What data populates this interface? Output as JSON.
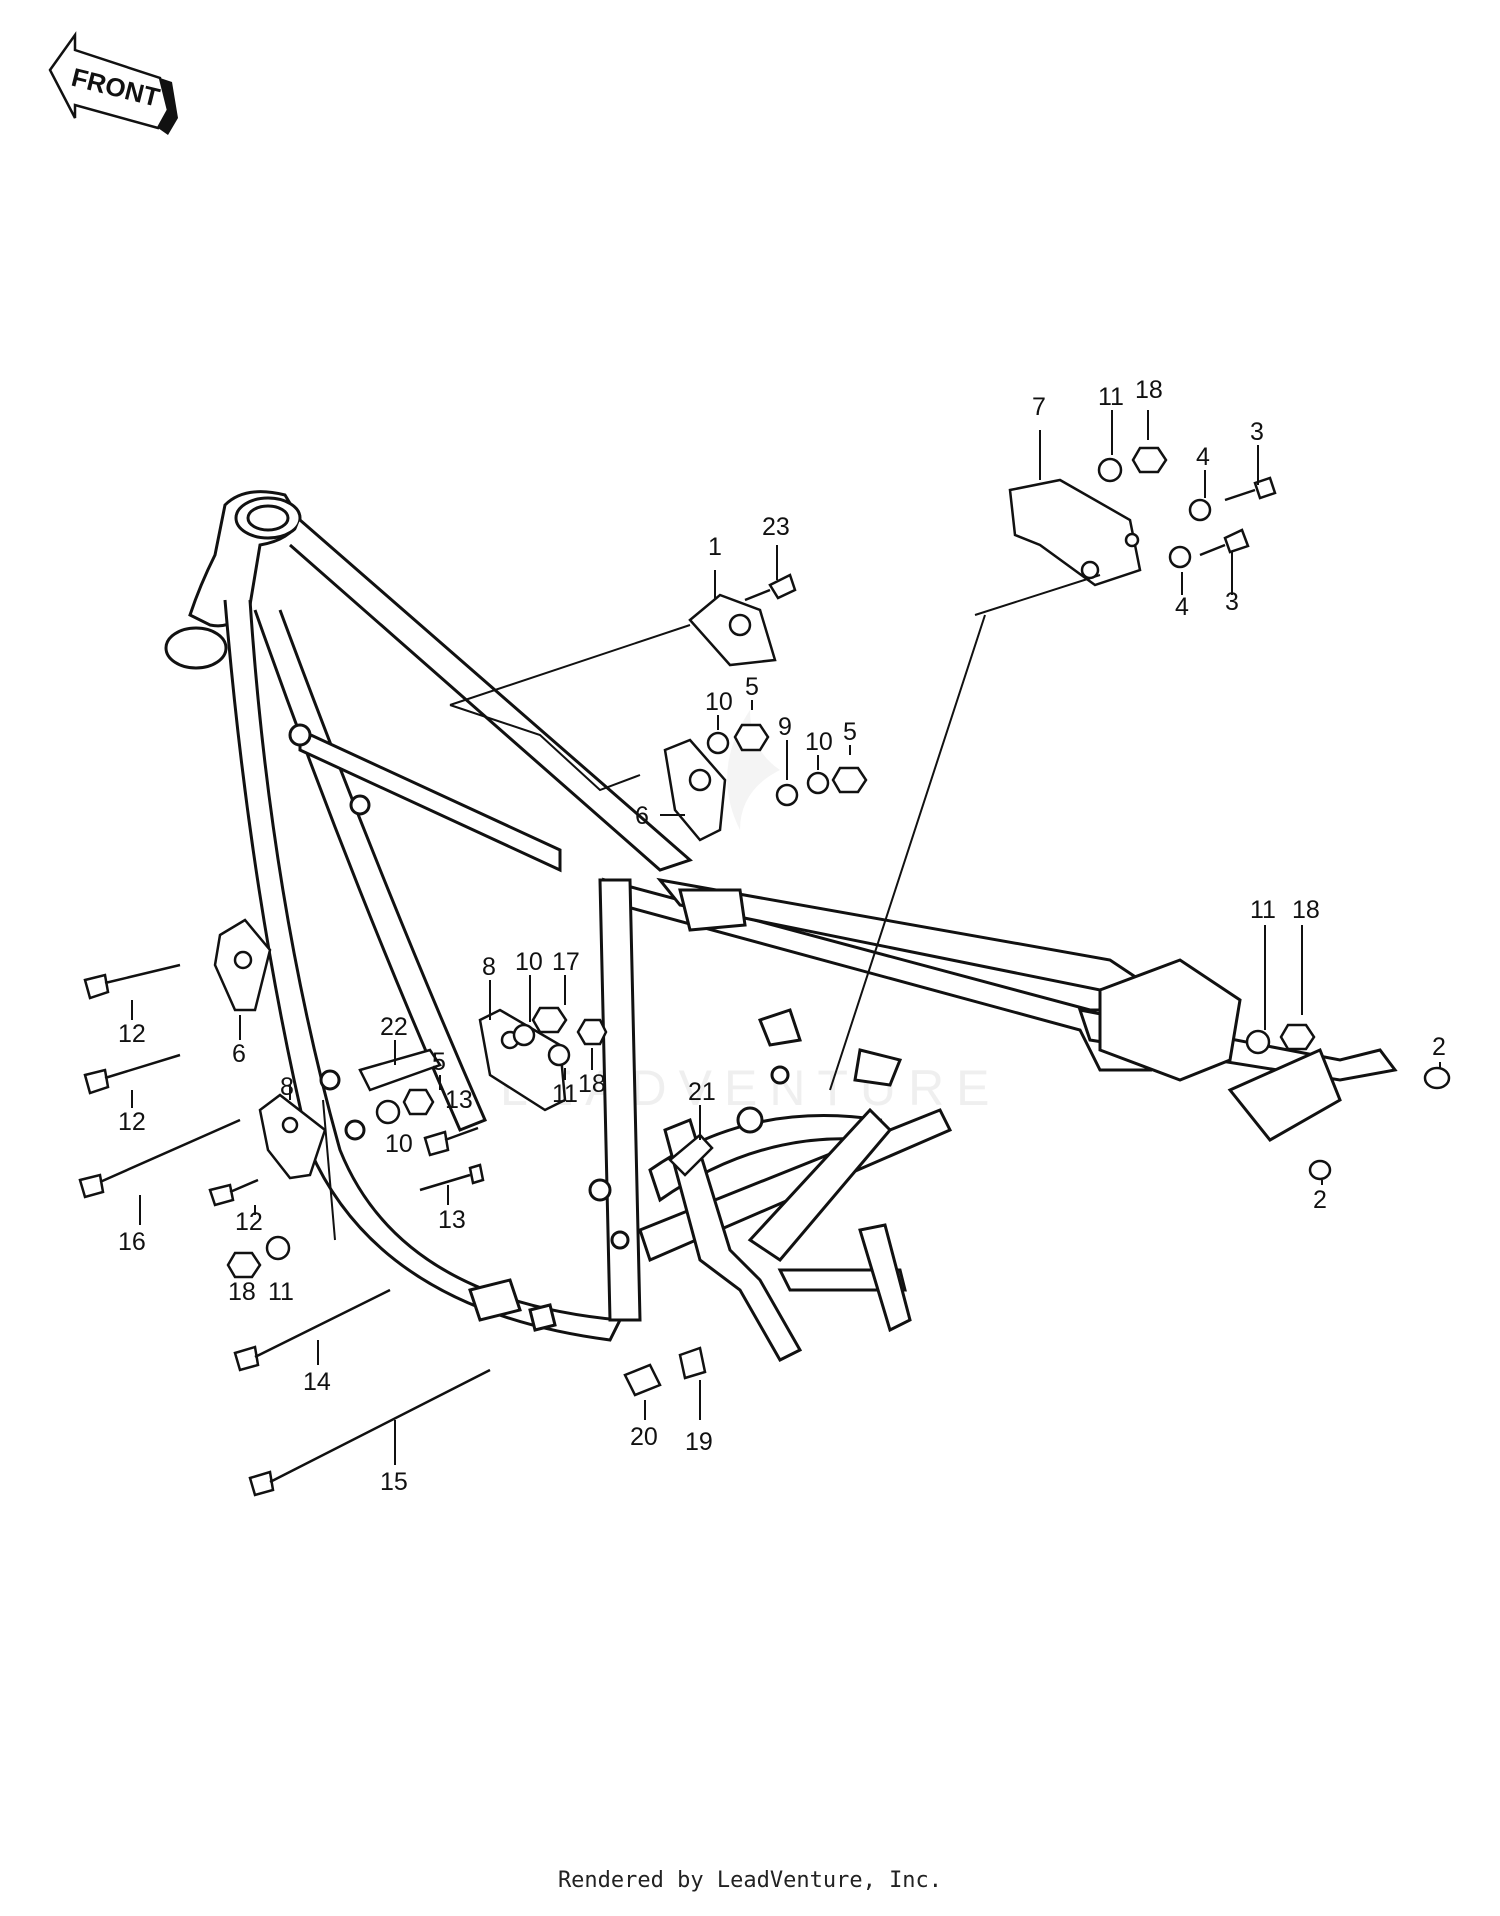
{
  "diagram": {
    "front_arrow_label": "FRONT",
    "watermark": "LEADVENTURE",
    "footer": "Rendered by LeadVenture, Inc.",
    "callouts": [
      {
        "id": "c1",
        "label": "1"
      },
      {
        "id": "c23",
        "label": "23"
      },
      {
        "id": "c7",
        "label": "7"
      },
      {
        "id": "c11a",
        "label": "11"
      },
      {
        "id": "c18a",
        "label": "18"
      },
      {
        "id": "c4a",
        "label": "4"
      },
      {
        "id": "c3a",
        "label": "3"
      },
      {
        "id": "c4b",
        "label": "4"
      },
      {
        "id": "c3b",
        "label": "3"
      },
      {
        "id": "c10a",
        "label": "10"
      },
      {
        "id": "c5a",
        "label": "5"
      },
      {
        "id": "c9",
        "label": "9"
      },
      {
        "id": "c10b",
        "label": "10"
      },
      {
        "id": "c5b",
        "label": "5"
      },
      {
        "id": "c6a",
        "label": "6"
      },
      {
        "id": "c11b",
        "label": "11"
      },
      {
        "id": "c18b",
        "label": "18"
      },
      {
        "id": "c2a",
        "label": "2"
      },
      {
        "id": "c2b",
        "label": "2"
      },
      {
        "id": "c12a",
        "label": "12"
      },
      {
        "id": "c6b",
        "label": "6"
      },
      {
        "id": "c12b",
        "label": "12"
      },
      {
        "id": "c8a",
        "label": "8"
      },
      {
        "id": "c10c",
        "label": "10"
      },
      {
        "id": "c17",
        "label": "17"
      },
      {
        "id": "c18c",
        "label": "18"
      },
      {
        "id": "c11c",
        "label": "11"
      },
      {
        "id": "c22",
        "label": "22"
      },
      {
        "id": "c5c",
        "label": "5"
      },
      {
        "id": "c13a",
        "label": "13"
      },
      {
        "id": "c10d",
        "label": "10"
      },
      {
        "id": "c21",
        "label": "21"
      },
      {
        "id": "c8b",
        "label": "8"
      },
      {
        "id": "c16",
        "label": "16"
      },
      {
        "id": "c12c",
        "label": "12"
      },
      {
        "id": "c13b",
        "label": "13"
      },
      {
        "id": "c18d",
        "label": "18"
      },
      {
        "id": "c11d",
        "label": "11"
      },
      {
        "id": "c14",
        "label": "14"
      },
      {
        "id": "c15",
        "label": "15"
      },
      {
        "id": "c20",
        "label": "20"
      },
      {
        "id": "c19",
        "label": "19"
      }
    ]
  }
}
